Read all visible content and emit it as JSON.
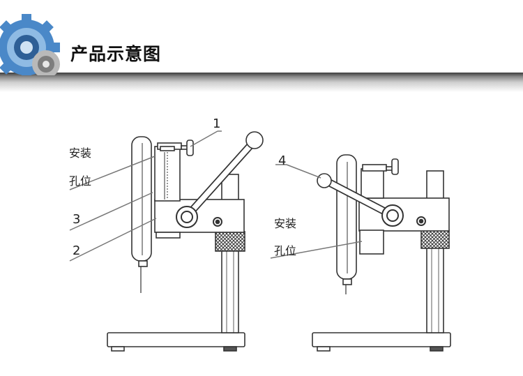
{
  "header": {
    "title": "产品示意图",
    "logo_icon": "gear-logo-icon",
    "bar_color": "#3b3b3b"
  },
  "diagram": {
    "left_view": {
      "labels": {
        "mount_line1": "安装",
        "mount_line2": "孔位",
        "n1": "1",
        "n3": "3",
        "n2": "2"
      }
    },
    "right_view": {
      "labels": {
        "n4": "4",
        "mount_line1": "安装",
        "mount_line2": "孔位"
      }
    }
  }
}
